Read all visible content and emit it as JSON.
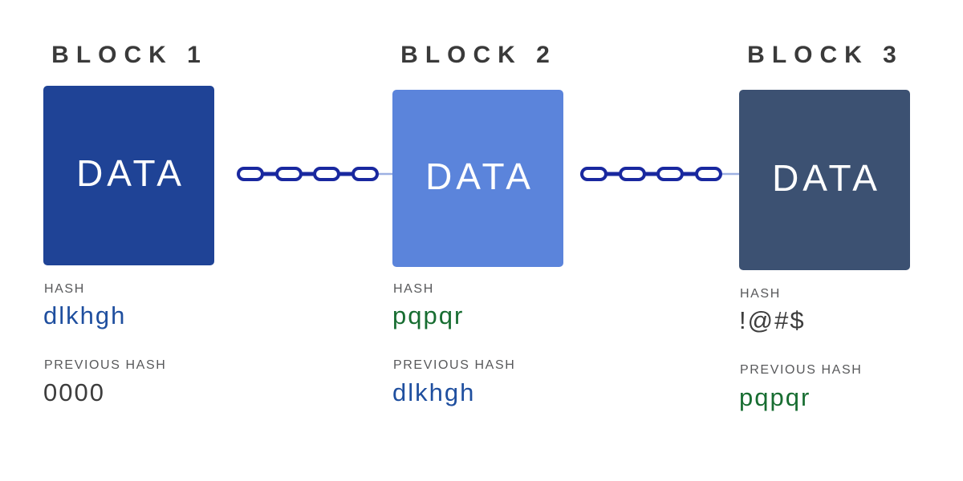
{
  "diagram": {
    "background_color": "#ffffff",
    "blocks": [
      {
        "title": "BLOCK 1",
        "data_label": "DATA",
        "color": "#1f4396",
        "hash": {
          "label": "HASH",
          "value": "dlkhgh",
          "color": "#1f4f9f"
        },
        "previous_hash": {
          "label": "PREVIOUS HASH",
          "value": "0000",
          "color": "#3d3d3d"
        }
      },
      {
        "title": "BLOCK 2",
        "data_label": "DATA",
        "color": "#5b84db",
        "hash": {
          "label": "HASH",
          "value": "pqpqr",
          "color": "#176d31"
        },
        "previous_hash": {
          "label": "PREVIOUS HASH",
          "value": "dlkhgh",
          "color": "#1f4f9f"
        }
      },
      {
        "title": "BLOCK 3",
        "data_label": "DATA",
        "color": "#3c5172",
        "hash": {
          "label": "HASH",
          "value": "!@#$",
          "color": "#3d3d3d"
        },
        "previous_hash": {
          "label": "PREVIOUS HASH",
          "value": "pqpqr",
          "color": "#176d31"
        }
      }
    ],
    "chain": {
      "link_color": "#19289f",
      "link_fill": "#ffffff",
      "shadow_color": "#9db0e2"
    },
    "text_colors": {
      "block_title": "#3a3a3a",
      "field_label": "#58595b"
    }
  }
}
